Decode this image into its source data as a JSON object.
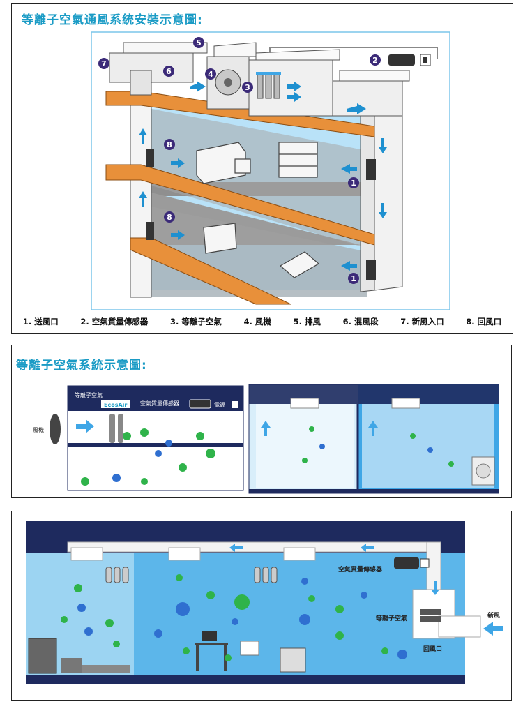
{
  "panel1": {
    "title": "等離子空氣通風系統安裝示意圖:",
    "legend": [
      "1. 送風口",
      "2. 空氣質量傳感器",
      "3. 等離子空氣",
      "4. 風機",
      "5. 排風",
      "6. 混風段",
      "7. 新風入口",
      "8. 回風口"
    ],
    "markers": [
      "1",
      "1",
      "2",
      "3",
      "4",
      "5",
      "6",
      "7",
      "8",
      "8"
    ]
  },
  "panel2": {
    "title": "等離子空氣系統示意圖:",
    "label_plasma": "等離子空氣",
    "label_sensor": "空氣質量傳感器",
    "label_power": "電源",
    "label_fan": "風機",
    "brand": "EcosAir"
  },
  "panel3": {
    "label_sensor": "空氣質量傳感器",
    "label_fresh": "新風",
    "label_plasma": "等離子空氣",
    "label_return": "回風口"
  },
  "colors": {
    "accent_blue": "#1a9bc5",
    "navy": "#1e2a5e",
    "sky": "#9cd4f2",
    "deep_blue": "#3fa6e6",
    "marker": "#3b2a78",
    "orange": "#e8903a"
  }
}
